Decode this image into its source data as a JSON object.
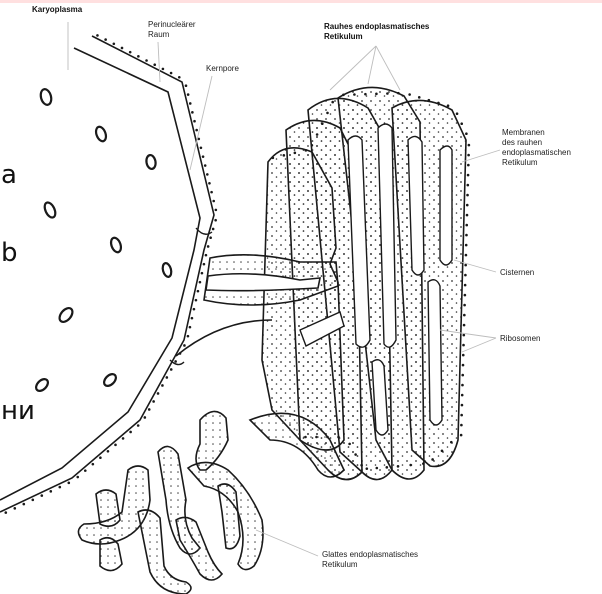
{
  "labels": {
    "karyoplasma": "Karyoplasma",
    "perinuclear_space": "Perinucleärer\nRaum",
    "nuclear_pore": "Kernpore",
    "rough_er": "Rauhes endoplasmatisches\nRetikulum",
    "membranes": "Membranen\ndes rauhen\nendoplasmatischen\nRetikulum",
    "cisterns": "Cisternen",
    "ribosomes": "Ribosomen",
    "smooth_er": "Glattes endoplasmatisches\nRetikulum"
  },
  "side_text": [
    "a",
    "b",
    "ни"
  ],
  "colors": {
    "ink": "#1a1a1a",
    "fill": "#e9e9e9",
    "leader": "#bdbdbd",
    "border": "#ffe0e0"
  }
}
